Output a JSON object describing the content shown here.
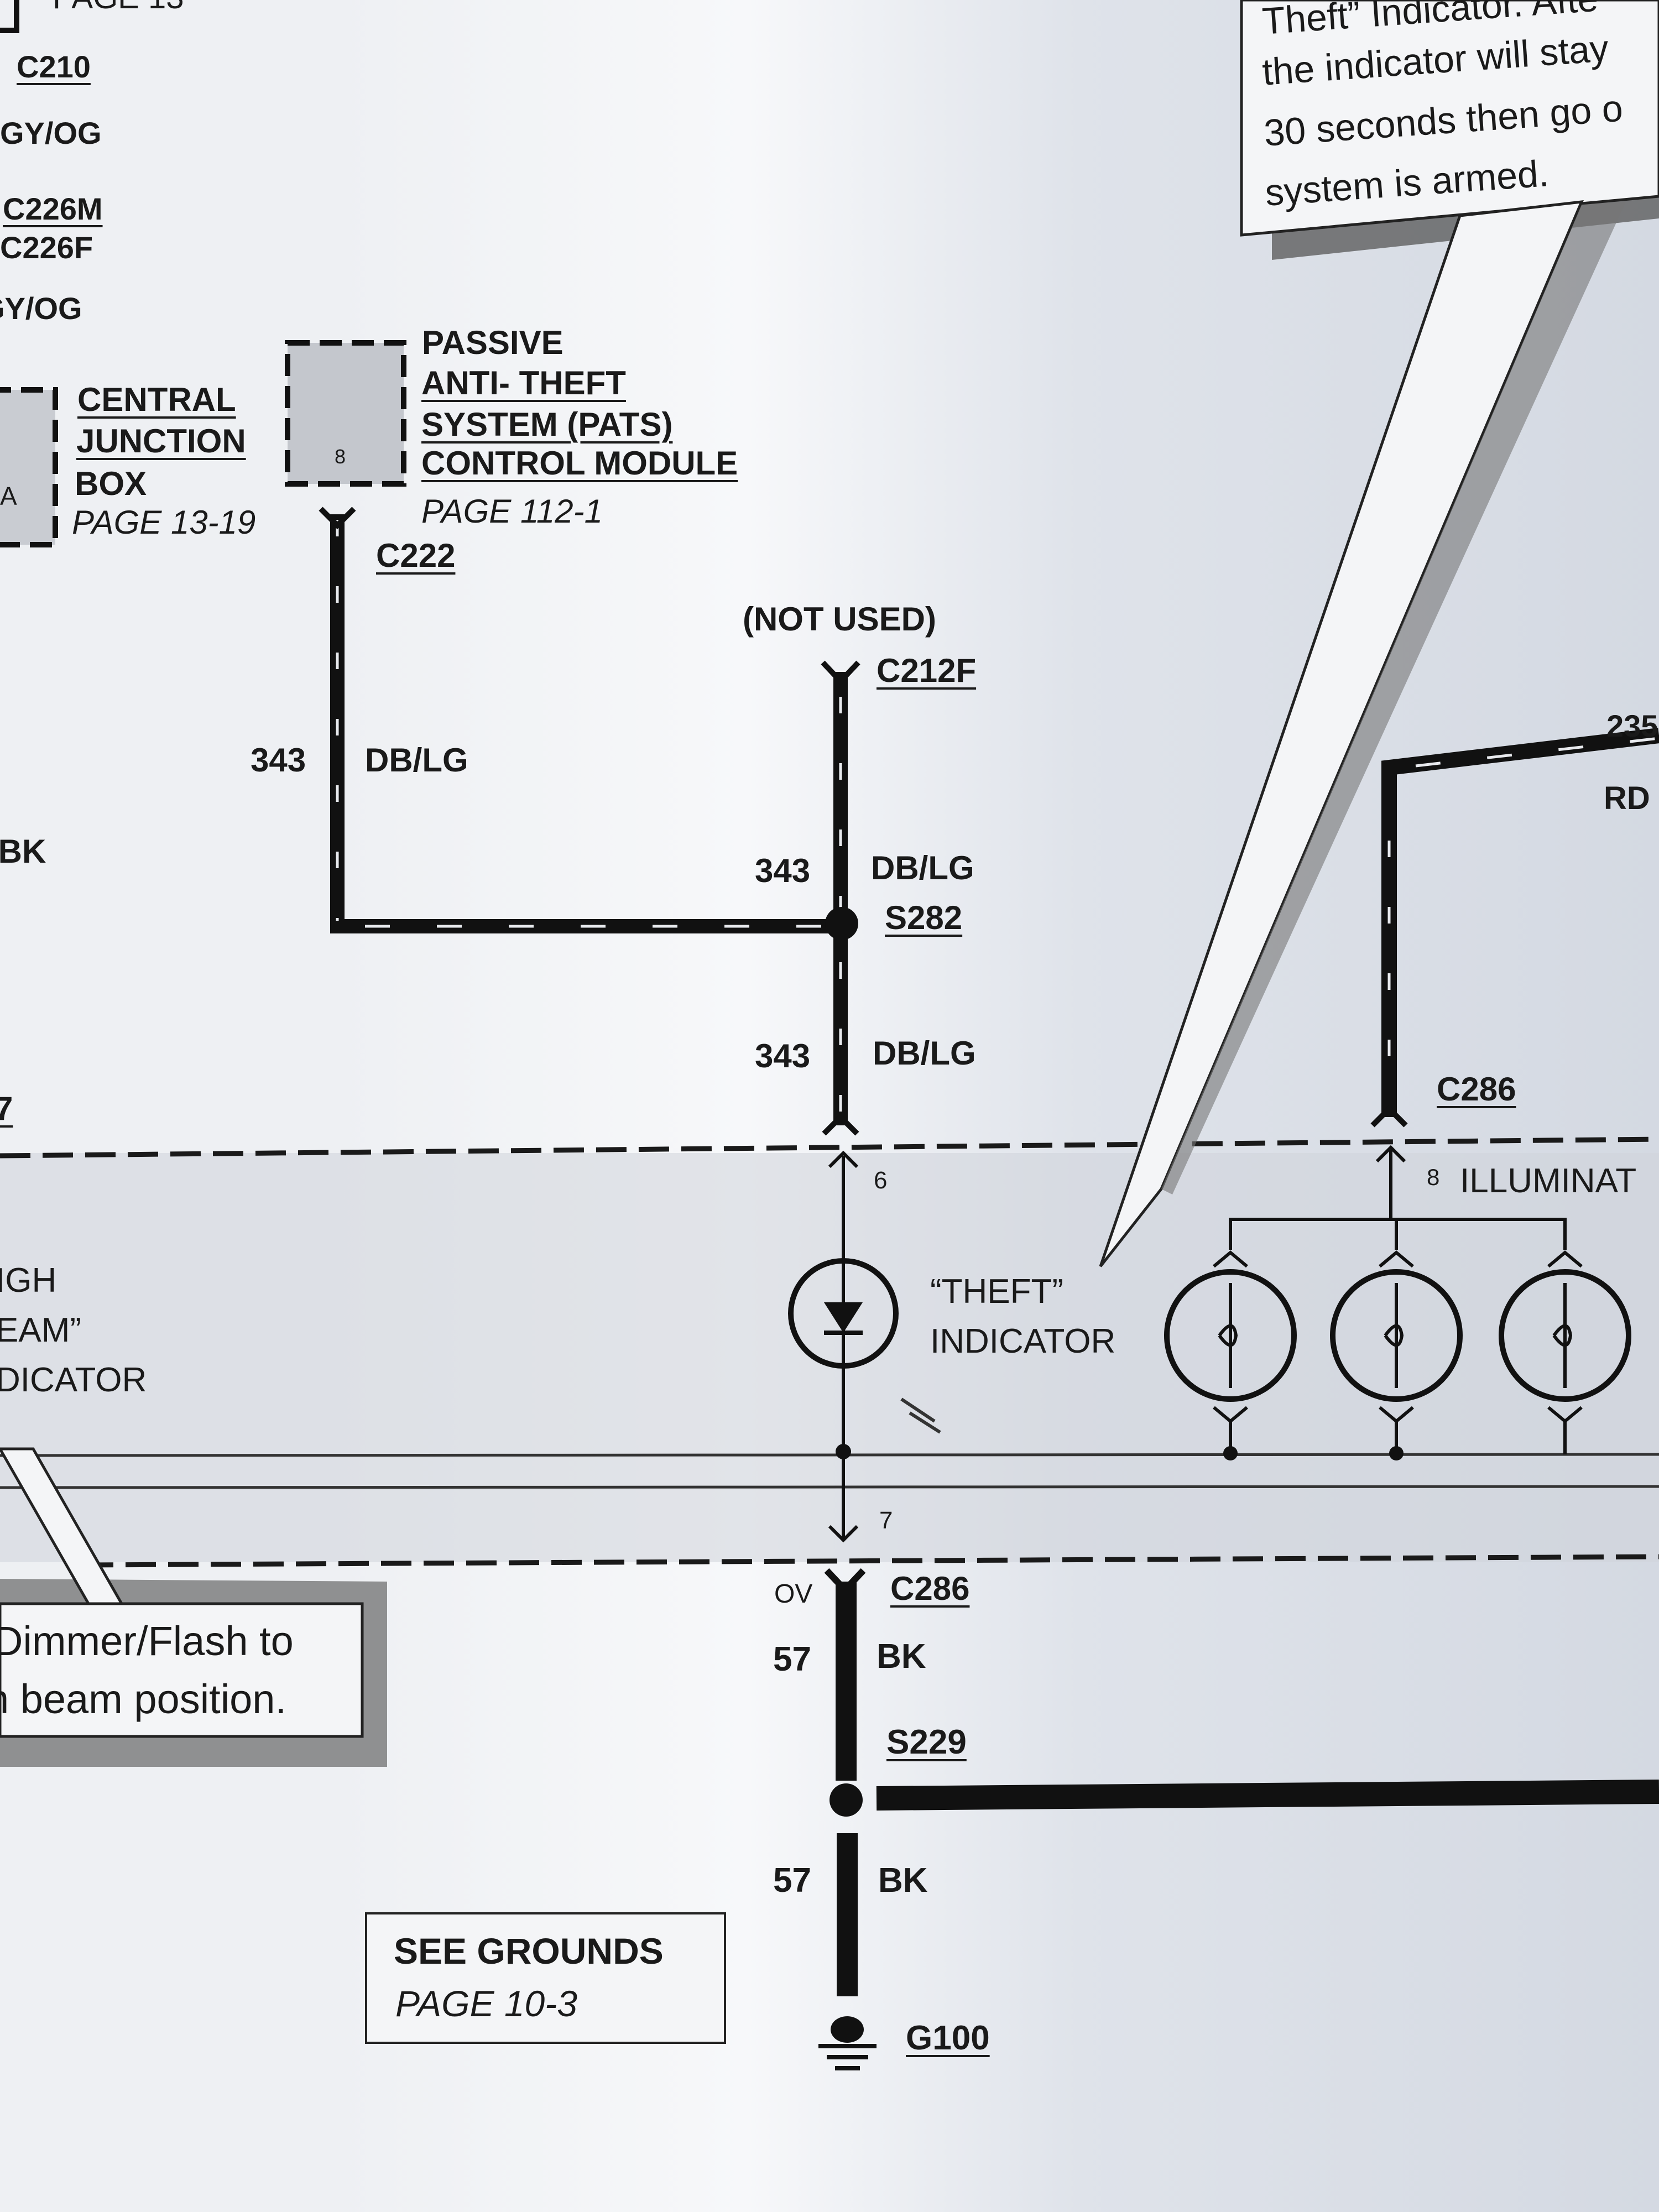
{
  "top_left": {
    "page_ref_partial": "PAGE 13",
    "c210": "C210",
    "gy_og_1": "GY/OG",
    "c226m": "C226M",
    "c226f": "C226F",
    "gy_og_2": "GY/OG",
    "bk_partial": "/BK",
    "seven_partial": "7"
  },
  "central_junction_box": {
    "line1": "CENTRAL",
    "line2": "JUNCTION",
    "line3": "BOX",
    "page": "PAGE 13-19",
    "pin_a": "A"
  },
  "pats_module": {
    "line1": "PASSIVE",
    "line2": "ANTI- THEFT",
    "line3": "SYSTEM (PATS)",
    "line4": "CONTROL MODULE",
    "page": "PAGE 112-1",
    "pin": "8",
    "connector": "C222"
  },
  "wires": {
    "w343_left_num": "343",
    "w343_left_color": "DB/LG",
    "not_used": "(NOT USED)",
    "c212f": "C212F",
    "w343_mid_num": "343",
    "w343_mid_color": "DB/LG",
    "s282": "S282",
    "w343_low_num": "343",
    "w343_low_color": "DB/LG",
    "c286_top": "C286",
    "pin6": "6",
    "pin7": "7",
    "ov": "OV",
    "c286_bottom": "C286",
    "w57_1_num": "57",
    "w57_1_color": "BK",
    "s229": "S229",
    "w57_2_num": "57",
    "w57_2_color": "BK",
    "g100": "G100",
    "w235_partial": "235",
    "rd_partial": "RD",
    "pin8": "8",
    "illumination_partial": "ILLUMINAT"
  },
  "indicators": {
    "theft_line1": "“THEFT”",
    "theft_line2": "INDICATOR",
    "high_beam_line1": "IGH",
    "high_beam_line2": "EAM”",
    "high_beam_line3": "DICATOR"
  },
  "callout_top_right": {
    "line1": "Theft” Indicator.  Afte",
    "line2": "the indicator will stay",
    "line3": "30 seconds then go o",
    "line4": "system is armed."
  },
  "callout_bottom_left": {
    "line1": "Dimmer/Flash to",
    "line2": "h beam position."
  },
  "see_grounds": {
    "line1": "SEE GROUNDS",
    "line2": "PAGE 10-3"
  }
}
